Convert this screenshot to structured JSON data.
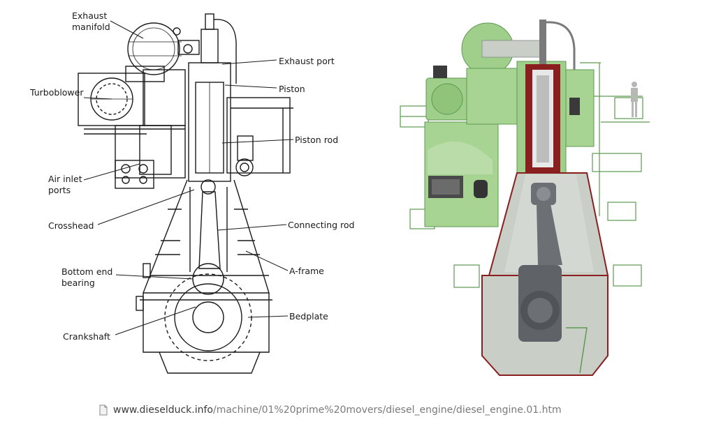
{
  "diagram": {
    "title": "Two-stroke crosshead diesel engine cross-section",
    "labels": {
      "exhaust_manifold": [
        "Exhaust",
        "manifold"
      ],
      "turboblower": "Turboblower",
      "air_inlet_ports": [
        "Air inlet",
        "ports"
      ],
      "crosshead": "Crosshead",
      "bottom_end_bearing": [
        "Bottom end",
        "bearing"
      ],
      "crankshaft": "Crankshaft",
      "exhaust_port": "Exhaust port",
      "piston": "Piston",
      "piston_rod": "Piston rod",
      "connecting_rod": "Connecting rod",
      "a_frame": "A-frame",
      "bedplate": "Bedplate"
    },
    "colors": {
      "line": "#1a1a1a",
      "render_green": "#9fcf8a",
      "render_green_dark": "#5e9a52",
      "render_grey": "#c9cec7",
      "render_red": "#8a1f1f",
      "render_steel": "#6c6f73"
    }
  },
  "source": {
    "icon": "page-icon",
    "domain": "www.dieselduck.info",
    "path": "/machine/01%20prime%20movers/diesel_engine/diesel_engine.01.htm"
  }
}
